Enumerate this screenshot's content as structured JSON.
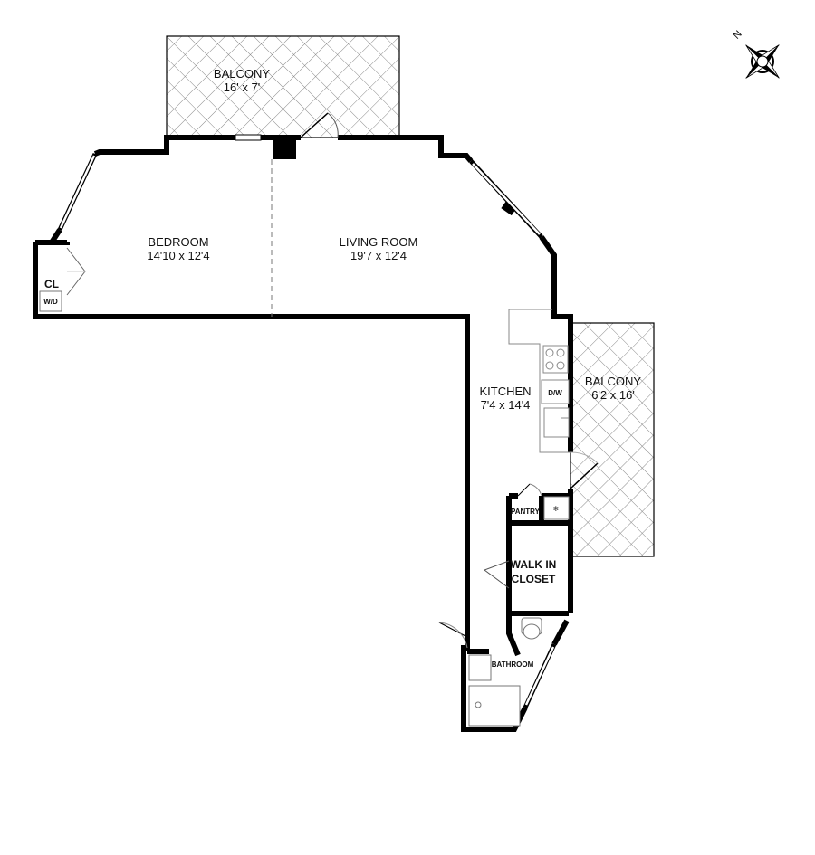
{
  "rooms": {
    "balcony_top": {
      "name": "BALCONY",
      "dims": "16' x 7'"
    },
    "bedroom": {
      "name": "BEDROOM",
      "dims": "14'10 x 12'4"
    },
    "living_room": {
      "name": "LIVING ROOM",
      "dims": "19'7 x 12'4"
    },
    "kitchen": {
      "name": "KITCHEN",
      "dims": "7'4 x 14'4"
    },
    "balcony_right": {
      "name": "BALCONY",
      "dims": "6'2 x 16'"
    },
    "walk_in_closet": {
      "line1": "WALK IN",
      "line2": "CLOSET"
    },
    "closet": "CL",
    "washer_dryer": "W/D",
    "dishwasher": "D/W",
    "pantry": "PANTRY",
    "bathroom": "BATHROOM"
  },
  "compass": {
    "north_letter": "N",
    "icon": "compass-rose-icon"
  },
  "colors": {
    "wall": "#000000",
    "hatch": "#888888",
    "fixture": "#777777"
  }
}
